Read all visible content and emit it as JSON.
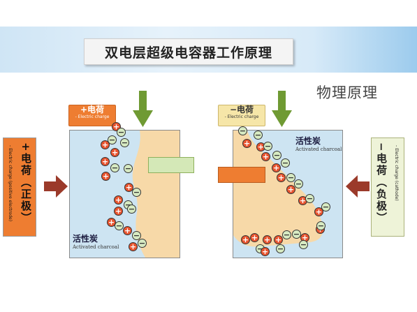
{
  "header": {
    "title": "双电层超级电容器工作原理",
    "subtitle": "物理原理"
  },
  "left_electrode": {
    "label": "+电荷",
    "label_en": "- Electric charge",
    "side_label": "+电荷（正极）",
    "side_label_en": "- Electric charge (positive electrode)",
    "material": "活性炭",
    "material_en": "Activated charcoal"
  },
  "right_electrode": {
    "label": "−电荷",
    "label_en": "- Electric charge",
    "side_label": "−电荷（负极）",
    "side_label_en": "- Electric charge (cathode)",
    "material": "活性炭",
    "material_en": "Activated charcoal"
  },
  "ion_symbols": {
    "plus": "+",
    "minus": "−"
  },
  "colors": {
    "positive": "#ee7d31",
    "negative_tag": "#f6e6a8",
    "electrolyte": "#cde4f2",
    "charcoal": "#f7d9a8",
    "arrow_green": "#6f9a33",
    "arrow_red": "#9b3a2a",
    "cation": "#e8542f",
    "anion": "#d7eac2"
  },
  "icons": [
    "down-arrow-icon",
    "right-arrow-icon",
    "left-arrow-icon",
    "cation-icon",
    "anion-icon"
  ]
}
